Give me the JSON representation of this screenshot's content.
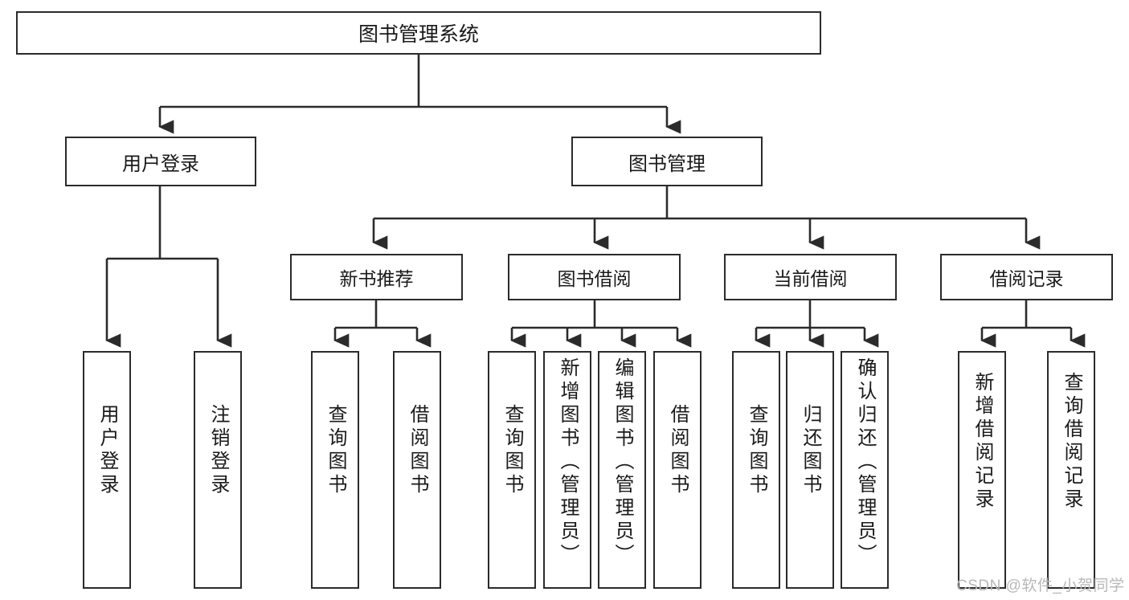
{
  "diagram": {
    "title": "图书管理系统",
    "type": "hierarchy-tree",
    "root": {
      "label": "图书管理系统",
      "children": [
        {
          "label": "用户登录",
          "children": [
            {
              "label": "用户登录"
            },
            {
              "label": "注销登录"
            }
          ]
        },
        {
          "label": "图书管理",
          "children": [
            {
              "label": "新书推荐",
              "children": [
                {
                  "label": "查询图书"
                },
                {
                  "label": "借阅图书"
                }
              ]
            },
            {
              "label": "图书借阅",
              "children": [
                {
                  "label": "查询图书"
                },
                {
                  "label": "新增图书（管理员）"
                },
                {
                  "label": "编辑图书（管理员）"
                },
                {
                  "label": "借阅图书"
                }
              ]
            },
            {
              "label": "当前借阅",
              "children": [
                {
                  "label": "查询图书"
                },
                {
                  "label": "归还图书"
                },
                {
                  "label": "确认归还（管理员）"
                }
              ]
            },
            {
              "label": "借阅记录",
              "children": [
                {
                  "label": "新增借阅记录"
                },
                {
                  "label": "查询借阅记录"
                }
              ]
            }
          ]
        }
      ]
    }
  },
  "nodes": {
    "root": "图书管理系统",
    "user_login": "用户登录",
    "book_manage": "图书管理",
    "new_book_rec": "新书推荐",
    "book_borrow": "图书借阅",
    "current_borrow": "当前借阅",
    "borrow_record": "借阅记录",
    "leaf_user_login": "用户登录",
    "leaf_logout": "注销登录",
    "leaf_query_book_1": "查询图书",
    "leaf_borrow_book_1": "借阅图书",
    "leaf_query_book_2": "查询图书",
    "leaf_add_book_admin": "新增图书（管理员）",
    "leaf_edit_book_admin": "编辑图书（管理员）",
    "leaf_borrow_book_2": "借阅图书",
    "leaf_query_book_3": "查询图书",
    "leaf_return_book": "归还图书",
    "leaf_confirm_return_admin": "确认归还（管理员）",
    "leaf_add_record": "新增借阅记录",
    "leaf_query_record": "查询借阅记录"
  },
  "watermark": {
    "text": "CSDN @软件_小贺同学"
  },
  "colors": {
    "stroke": "#2b2b2b",
    "background": "#ffffff",
    "text": "#1a1a1a",
    "watermark": "#b8b8b8"
  }
}
